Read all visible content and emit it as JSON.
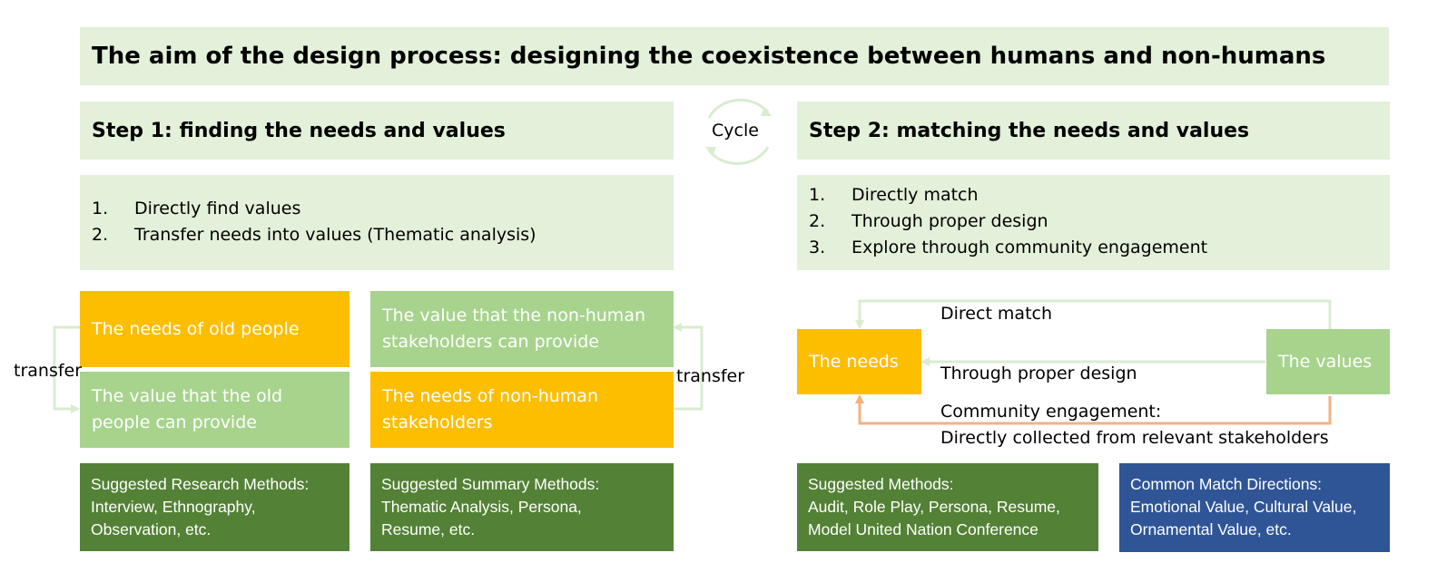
{
  "main_title": "The aim of the design process: designing the coexistence between humans and non-humans",
  "cycle_label": "Cycle",
  "step1": {
    "title": "Step 1: finding the needs and values",
    "items": [
      {
        "num": "1.",
        "text": "Directly find values"
      },
      {
        "num": "2.",
        "text": "Transfer needs into values (Thematic analysis)"
      }
    ],
    "needs_old": "The needs of old people",
    "value_old": [
      "The value that the old",
      "people can provide"
    ],
    "value_nonhuman": [
      "The value that the non-human",
      "stakeholders can provide"
    ],
    "needs_nonhuman": [
      "The needs of non-human",
      "stakeholders"
    ],
    "transfer_left": "transfer",
    "transfer_right": "transfer",
    "research_methods": [
      "Suggested Research Methods:",
      "Interview, Ethnography,",
      "Observation, etc."
    ],
    "summary_methods": [
      "Suggested Summary Methods:",
      "Thematic Analysis, Persona,",
      "Resume, etc."
    ]
  },
  "step2": {
    "title": "Step 2: matching the needs and values",
    "items": [
      {
        "num": "1.",
        "text": "Directly match"
      },
      {
        "num": "2.",
        "text": "Through proper design"
      },
      {
        "num": "3.",
        "text": "Explore through community engagement"
      }
    ],
    "needs": "The needs",
    "values": "The values",
    "direct_match": "Direct match",
    "proper_design": "Through proper design",
    "community_engagement": "Community engagement:",
    "community_detail": "Directly collected from relevant stakeholders",
    "suggested_methods": [
      "Suggested Methods:",
      "Audit, Role Play, Persona, Resume,",
      "Model United Nation Conference"
    ],
    "match_directions": [
      "Common Match Directions:",
      "Emotional Value, Cultural Value,",
      "Ornamental Value, etc."
    ]
  },
  "colors": {
    "light_green": "#e3f0da",
    "orange": "#fdbe00",
    "medium_green": "#a7d38d",
    "dark_green": "#538135",
    "blue": "#2f5597",
    "connector_green": "#d9ecd0",
    "connector_orange": "#f4b183"
  }
}
